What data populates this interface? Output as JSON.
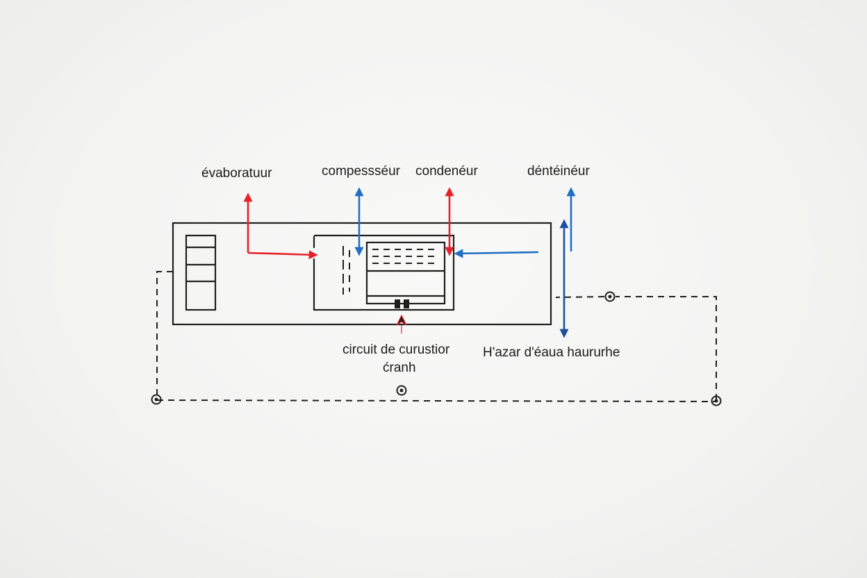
{
  "labels": {
    "evaporator": "évaboratuur",
    "compressor": "compessséur",
    "condenser": "condenéur",
    "detendeur": "déntéinéur",
    "circuit_line1": "circuit de curustior",
    "circuit_line2": "ćranh",
    "water_heater": "H'azar d'éaua haururhe"
  },
  "colors": {
    "ink": "#1e1e1e",
    "red": "#e8202a",
    "blue": "#1f6fc2",
    "navy": "#1e4f9e"
  }
}
